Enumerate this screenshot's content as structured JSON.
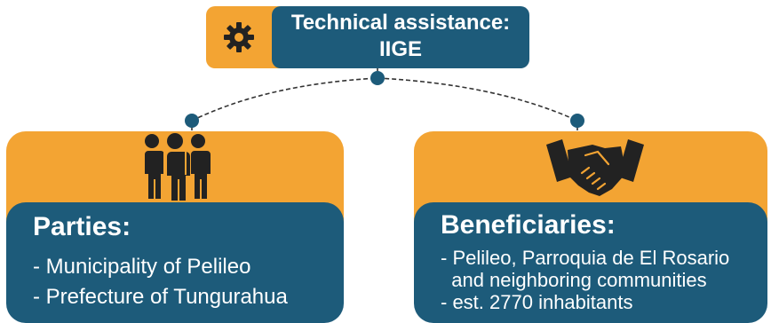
{
  "header": {
    "line1": "Technical assistance:",
    "line2": "IIGE",
    "icon": "gear-icon"
  },
  "left_card": {
    "icon": "people-group-icon",
    "heading": "Parties:",
    "items": [
      "- Municipality of Pelileo",
      "- Prefecture of Tungurahua"
    ]
  },
  "right_card": {
    "icon": "handshake-icon",
    "heading": "Beneficiaries:",
    "items": [
      "- Pelileo, Parroquia de El Rosario",
      "  and neighboring communities",
      "- est. 2770 inhabitants"
    ]
  },
  "colors": {
    "orange": "#f3a433",
    "blue": "#1d5b7a",
    "dark": "#222222"
  }
}
